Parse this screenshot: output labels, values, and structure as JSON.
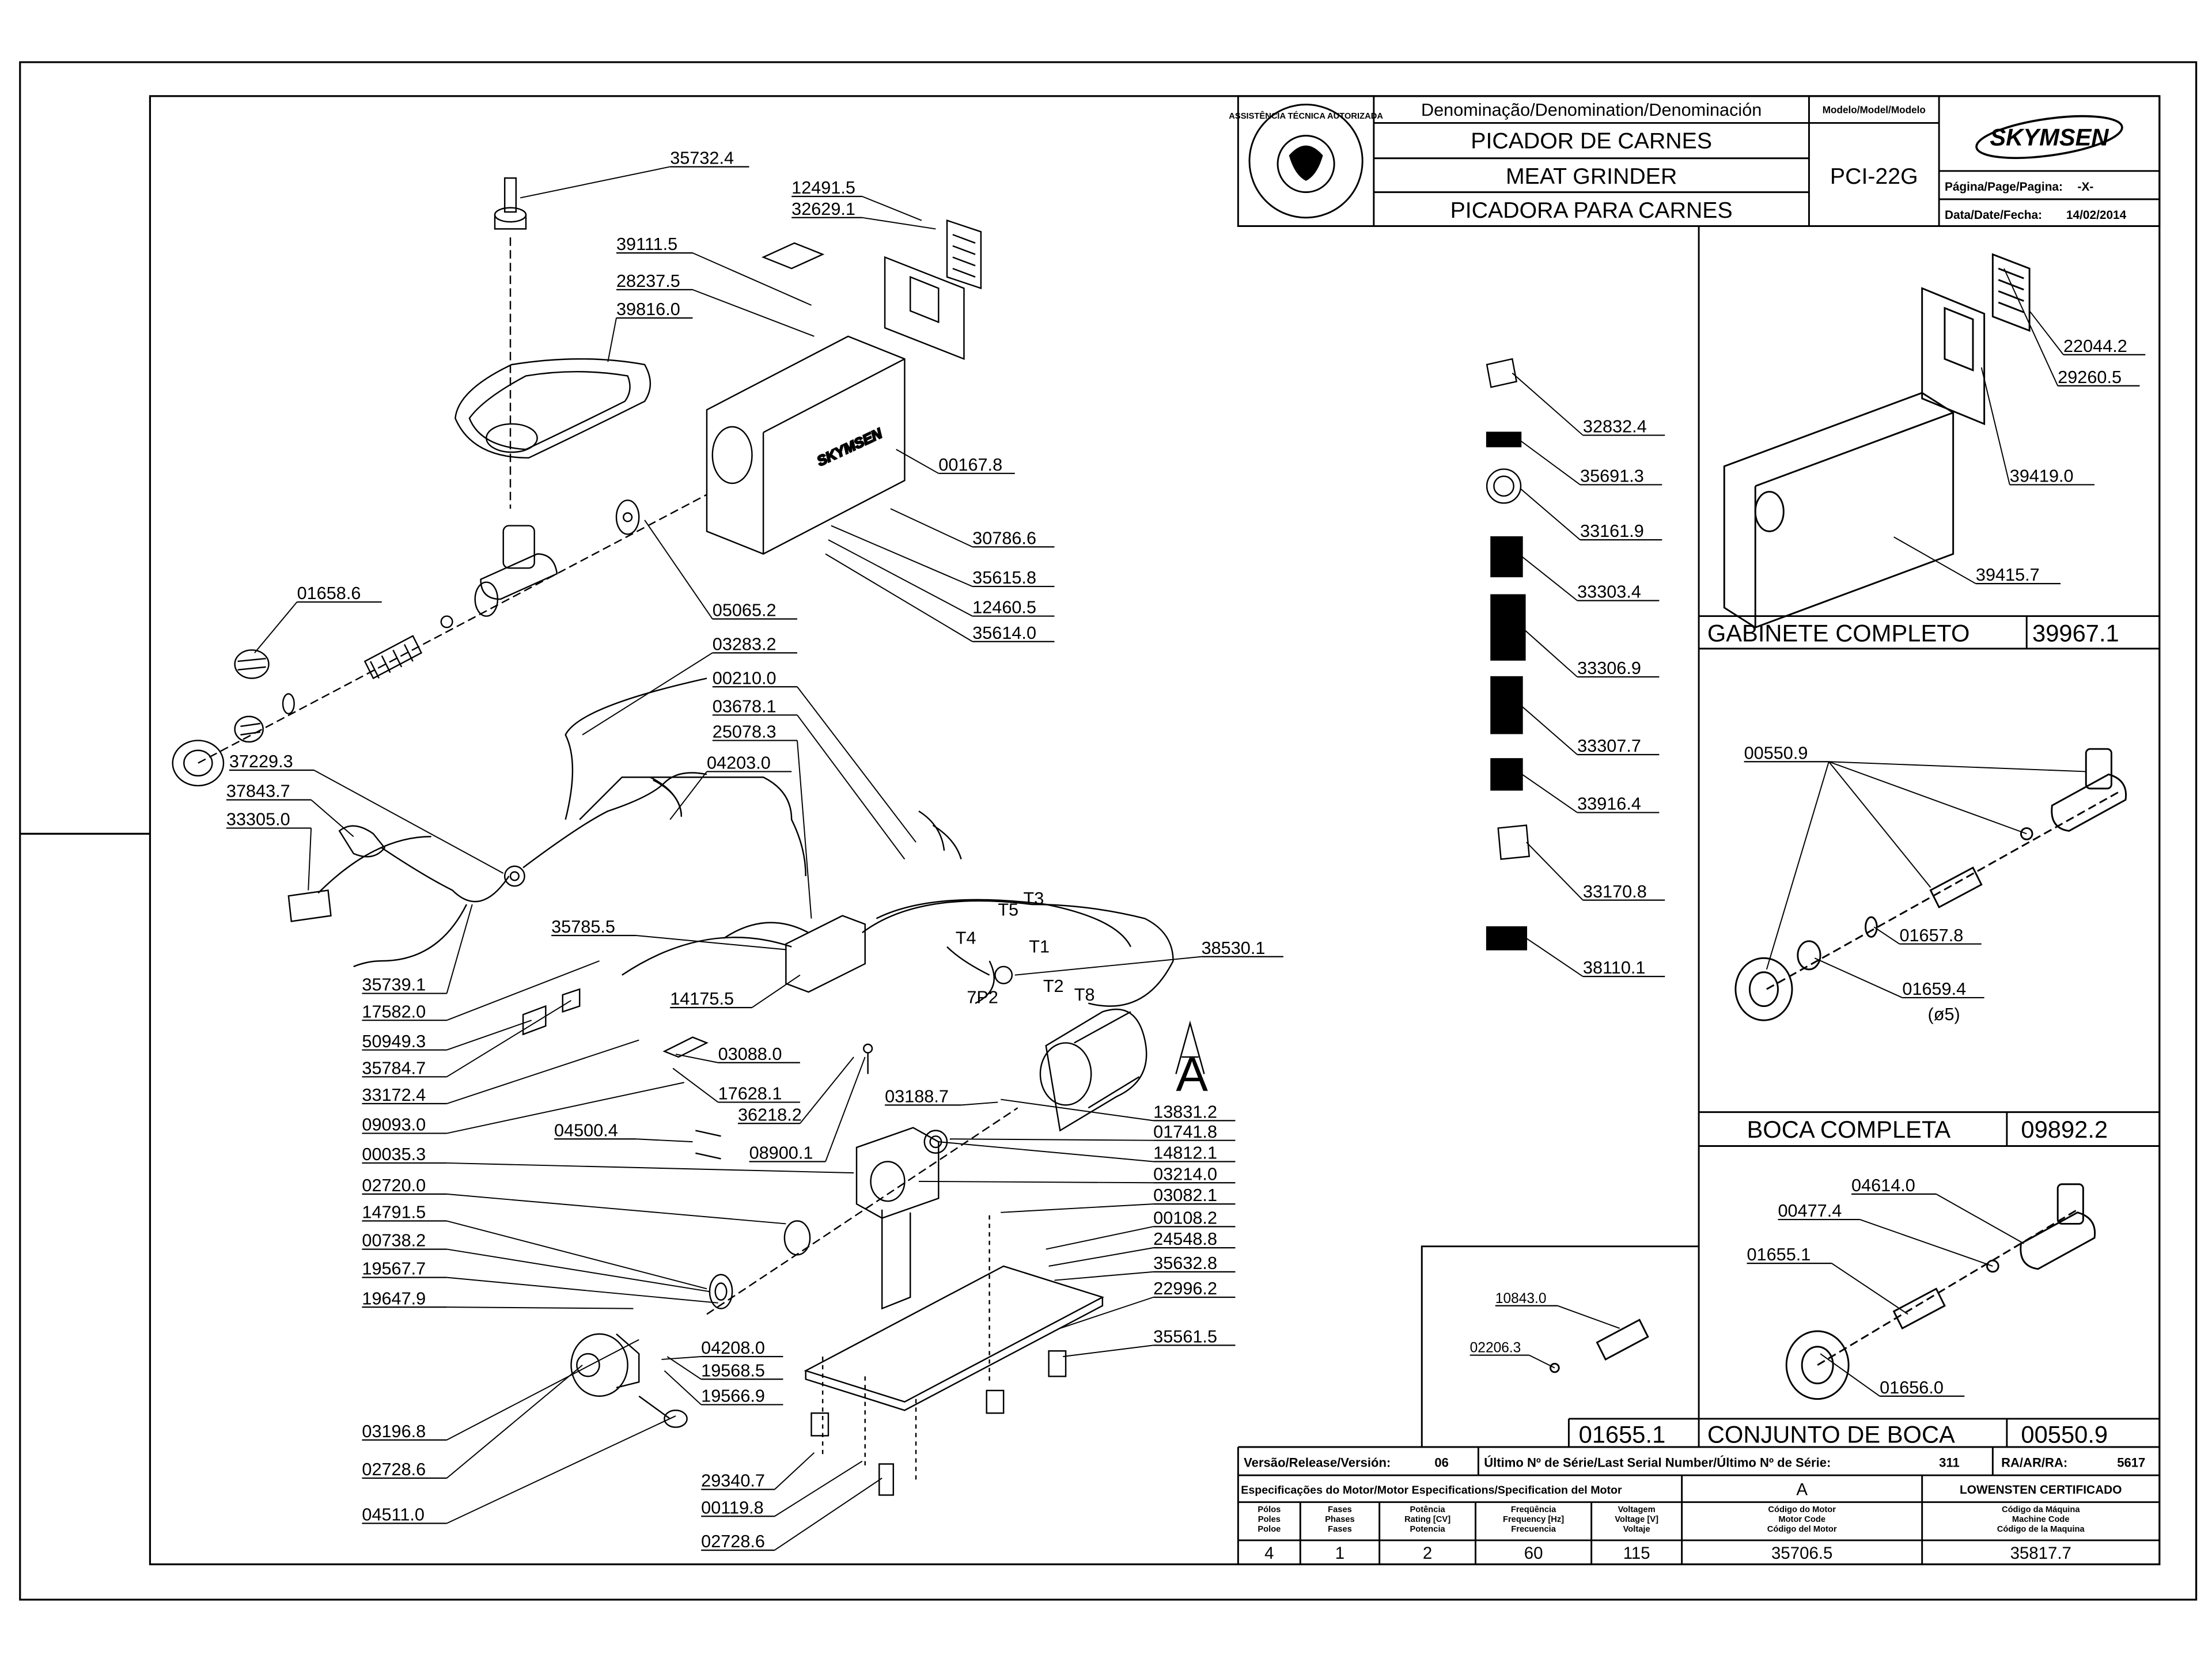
{
  "title_block": {
    "denomination_header": "Denominação/Denomination/Denominación",
    "model_header": "Modelo/Model/Modelo",
    "names": [
      "PICADOR DE CARNES",
      "MEAT GRINDER",
      "PICADORA PARA CARNES"
    ],
    "model": "PCI-22G",
    "brand": "SKYMSEN",
    "page_label": "Página/Page/Pagina:",
    "page_value": "-X-",
    "date_label": "Data/Date/Fecha:",
    "date_value": "14/02/2014",
    "seal_text": "ASSISTÊNCIA TÉCNICA AUTORIZADA"
  },
  "parts": [
    {
      "id": "p1",
      "num": "35732.4"
    },
    {
      "id": "p2",
      "num": "12491.5"
    },
    {
      "id": "p3",
      "num": "32629.1"
    },
    {
      "id": "p4",
      "num": "39111.5"
    },
    {
      "id": "p5",
      "num": "28237.5"
    },
    {
      "id": "p6",
      "num": "39816.0"
    },
    {
      "id": "p7",
      "num": "00167.8"
    },
    {
      "id": "p8",
      "num": "30786.6"
    },
    {
      "id": "p9",
      "num": "35615.8"
    },
    {
      "id": "p10",
      "num": "12460.5"
    },
    {
      "id": "p11",
      "num": "35614.0"
    },
    {
      "id": "p12",
      "num": "01658.6"
    },
    {
      "id": "p13",
      "num": "05065.2"
    },
    {
      "id": "p14",
      "num": "03283.2"
    },
    {
      "id": "p15",
      "num": "00210.0"
    },
    {
      "id": "p16",
      "num": "03678.1"
    },
    {
      "id": "p17",
      "num": "25078.3"
    },
    {
      "id": "p18",
      "num": "04203.0"
    },
    {
      "id": "p19",
      "num": "37229.3"
    },
    {
      "id": "p20",
      "num": "37843.7"
    },
    {
      "id": "p21",
      "num": "33305.0"
    },
    {
      "id": "p22",
      "num": "35785.5"
    },
    {
      "id": "p23",
      "num": "T3"
    },
    {
      "id": "p24",
      "num": "T5"
    },
    {
      "id": "p25",
      "num": "T4"
    },
    {
      "id": "p26",
      "num": "T1"
    },
    {
      "id": "p27",
      "num": "38530.1"
    },
    {
      "id": "p28",
      "num": "T2"
    },
    {
      "id": "p29",
      "num": "T8"
    },
    {
      "id": "p30",
      "num": "7P2"
    },
    {
      "id": "p31",
      "num": "35739.1"
    },
    {
      "id": "p32",
      "num": "17582.0"
    },
    {
      "id": "p33",
      "num": "14175.5"
    },
    {
      "id": "p34",
      "num": "50949.3"
    },
    {
      "id": "p35",
      "num": "35784.7"
    },
    {
      "id": "p36",
      "num": "03088.0"
    },
    {
      "id": "p37",
      "num": "33172.4"
    },
    {
      "id": "p38",
      "num": "17628.1"
    },
    {
      "id": "p39",
      "num": "36218.2"
    },
    {
      "id": "p40",
      "num": "03188.7"
    },
    {
      "id": "p41",
      "num": "09093.0"
    },
    {
      "id": "p42",
      "num": "04500.4"
    },
    {
      "id": "p43",
      "num": "08900.1"
    },
    {
      "id": "p44",
      "num": "13831.2"
    },
    {
      "id": "p45",
      "num": "01741.8"
    },
    {
      "id": "p46",
      "num": "00035.3"
    },
    {
      "id": "p47",
      "num": "14812.1"
    },
    {
      "id": "p48",
      "num": "03214.0"
    },
    {
      "id": "p49",
      "num": "02720.0"
    },
    {
      "id": "p50",
      "num": "03082.1"
    },
    {
      "id": "p51",
      "num": "14791.5"
    },
    {
      "id": "p52",
      "num": "00108.2"
    },
    {
      "id": "p53",
      "num": "00738.2"
    },
    {
      "id": "p54",
      "num": "24548.8"
    },
    {
      "id": "p55",
      "num": "19567.7"
    },
    {
      "id": "p56",
      "num": "35632.8"
    },
    {
      "id": "p57",
      "num": "19647.9"
    },
    {
      "id": "p58",
      "num": "22996.2"
    },
    {
      "id": "p59",
      "num": "04208.0"
    },
    {
      "id": "p60",
      "num": "35561.5"
    },
    {
      "id": "p61",
      "num": "19568.5"
    },
    {
      "id": "p62",
      "num": "19566.9"
    },
    {
      "id": "p63",
      "num": "03196.8"
    },
    {
      "id": "p64",
      "num": "02728.6"
    },
    {
      "id": "p65",
      "num": "29340.7"
    },
    {
      "id": "p66",
      "num": "00119.8"
    },
    {
      "id": "p67",
      "num": "04511.0"
    },
    {
      "id": "p68",
      "num": "02728.6"
    },
    {
      "id": "p69",
      "num": "A"
    },
    {
      "id": "l1",
      "num": "32832.4"
    },
    {
      "id": "l2",
      "num": "35691.3"
    },
    {
      "id": "l3",
      "num": "33161.9"
    },
    {
      "id": "l4",
      "num": "33303.4"
    },
    {
      "id": "l5",
      "num": "33306.9"
    },
    {
      "id": "l6",
      "num": "33307.7"
    },
    {
      "id": "l7",
      "num": "33916.4"
    },
    {
      "id": "l8",
      "num": "33170.8"
    },
    {
      "id": "l9",
      "num": "38110.1"
    },
    {
      "id": "g1",
      "num": "22044.2"
    },
    {
      "id": "g2",
      "num": "29260.5"
    },
    {
      "id": "g3",
      "num": "39419.0"
    },
    {
      "id": "g4",
      "num": "39415.7"
    },
    {
      "id": "b1",
      "num": "00550.9"
    },
    {
      "id": "b2",
      "num": "01657.8"
    },
    {
      "id": "b3",
      "num": "01659.4"
    },
    {
      "id": "b4",
      "num": "(ø5)"
    },
    {
      "id": "c1",
      "num": "04614.0"
    },
    {
      "id": "c2",
      "num": "00477.4"
    },
    {
      "id": "c3",
      "num": "01655.1"
    },
    {
      "id": "c4",
      "num": "01656.0"
    },
    {
      "id": "s1",
      "num": "10843.0"
    },
    {
      "id": "s2",
      "num": "02206.3"
    }
  ],
  "sections": {
    "gabinete": {
      "label": "GABINETE COMPLETO",
      "code": "39967.1"
    },
    "boca": {
      "label": "BOCA COMPLETA",
      "code": "09892.2"
    },
    "conjunto": {
      "ref": "01655.1",
      "label": "CONJUNTO DE BOCA",
      "code": "00550.9"
    }
  },
  "footer": {
    "release_label": "Versão/Release/Versión:",
    "release_value": "06",
    "serial_label": "Último Nº de Série/Last Serial Number/Último Nº de Série:",
    "serial_value": "311",
    "ra_label": "RA/AR/RA:",
    "ra_value": "5617",
    "motor_spec_label": "Especificações do Motor/Motor Especifications/Specification del Motor",
    "motor_letter": "A",
    "certificate": "LOWENSTEN CERTIFICADO",
    "columns": [
      {
        "header": "Pólos\nPoles\nPoloe",
        "value": "4"
      },
      {
        "header": "Fases\nPhases\nFases",
        "value": "1"
      },
      {
        "header": "Potência\nRating [CV]\nPotencia",
        "value": "2"
      },
      {
        "header": "Freqüência\nFrequency [Hz]\nFrecuencia",
        "value": "60"
      },
      {
        "header": "Voltagem\nVoltage [V]\nVoltaje",
        "value": "115"
      },
      {
        "header": "Código do Motor\nMotor Code\nCódigo del Motor",
        "value": "35706.5"
      },
      {
        "header": "Código da Máquina\nMachine Code\nCódigo de la Maquina",
        "value": "35817.7"
      }
    ]
  }
}
